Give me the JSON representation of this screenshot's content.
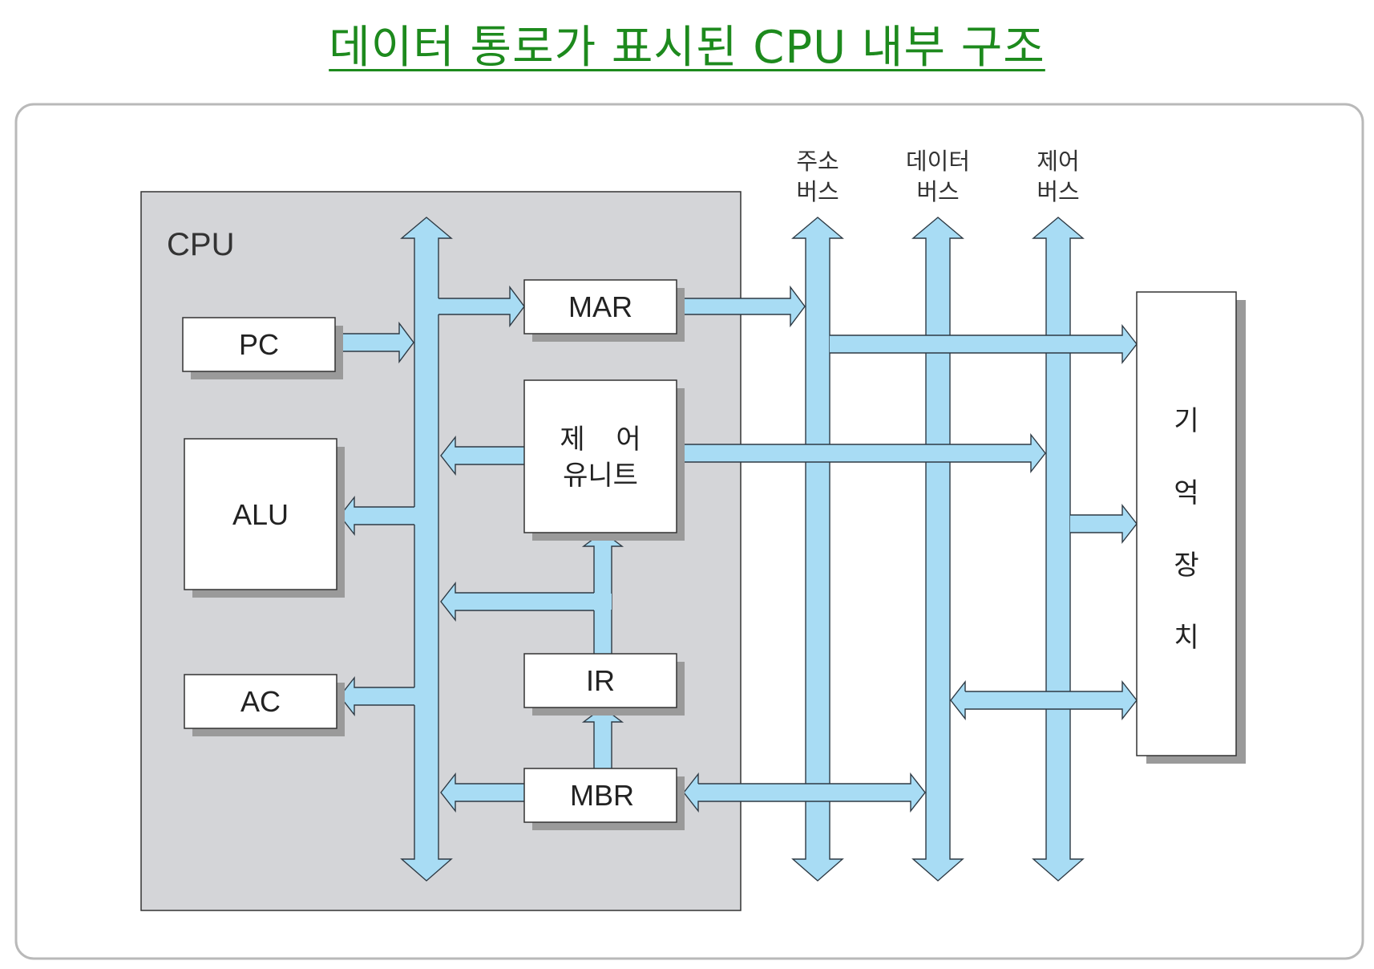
{
  "title": "데이터 통로가 표시된 CPU 내부 구조",
  "diagram": {
    "cpu_label": "CPU",
    "registers": {
      "pc": "PC",
      "alu": "ALU",
      "ac": "AC",
      "mar": "MAR",
      "ir": "IR",
      "mbr": "MBR"
    },
    "control_unit": {
      "line1_a": "제",
      "line1_b": "어",
      "line2": "유니트"
    },
    "memory": {
      "chars": [
        "기",
        "억",
        "장",
        "치"
      ]
    },
    "buses": {
      "address": {
        "line1": "주소",
        "line2": "버스"
      },
      "data": {
        "line1": "데이터",
        "line2": "버스"
      },
      "control": {
        "line1": "제어",
        "line2": "버스"
      }
    },
    "colors": {
      "title": "#1d8a1d",
      "bus_fill": "#a8dcf4",
      "cpu_fill": "#d4d5d8",
      "frame_stroke": "#b9b9b9"
    }
  }
}
